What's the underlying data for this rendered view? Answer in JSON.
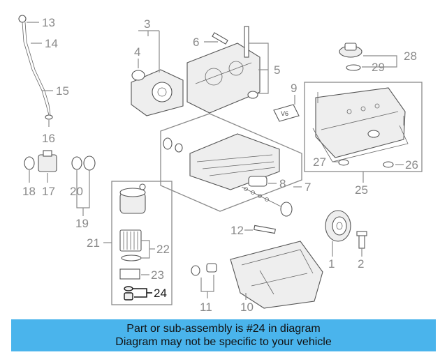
{
  "callouts": [
    "1",
    "2",
    "3",
    "4",
    "5",
    "6",
    "7",
    "8",
    "9",
    "10",
    "11",
    "12",
    "13",
    "14",
    "15",
    "16",
    "17",
    "18",
    "19",
    "20",
    "21",
    "22",
    "23",
    "24",
    "25",
    "26",
    "27",
    "28",
    "29"
  ],
  "highlighted_callout": "24",
  "vr_badge": "V6",
  "banner": {
    "line1": "Part or sub-assembly is #24 in diagram",
    "line2": "Diagram may not be specific to your vehicle"
  },
  "colors": {
    "banner": "#4ab4ec",
    "line": "#8a8a8a",
    "highlight": "#1a1a1a"
  }
}
